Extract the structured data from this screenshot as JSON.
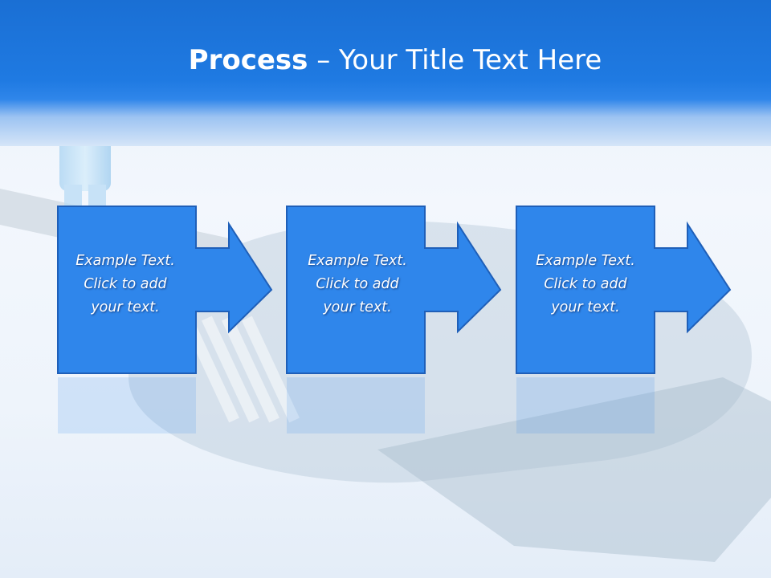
{
  "slide": {
    "title_bold": "Process",
    "title_separator": " – ",
    "title_rest": "Your Title Text Here"
  },
  "steps": [
    {
      "line1": "Example Text.",
      "line2": "Click  to add",
      "line3": "your text."
    },
    {
      "line1": "Example Text.",
      "line2": "Click  to add",
      "line3": "your text."
    },
    {
      "line1": "Example Text.",
      "line2": "Click  to add",
      "line3": "your text."
    }
  ],
  "colors": {
    "title_bar": "#1f7ae2",
    "box_fill": "#2f86eb",
    "box_border": "#1f5fb8",
    "text": "#ffffff"
  }
}
